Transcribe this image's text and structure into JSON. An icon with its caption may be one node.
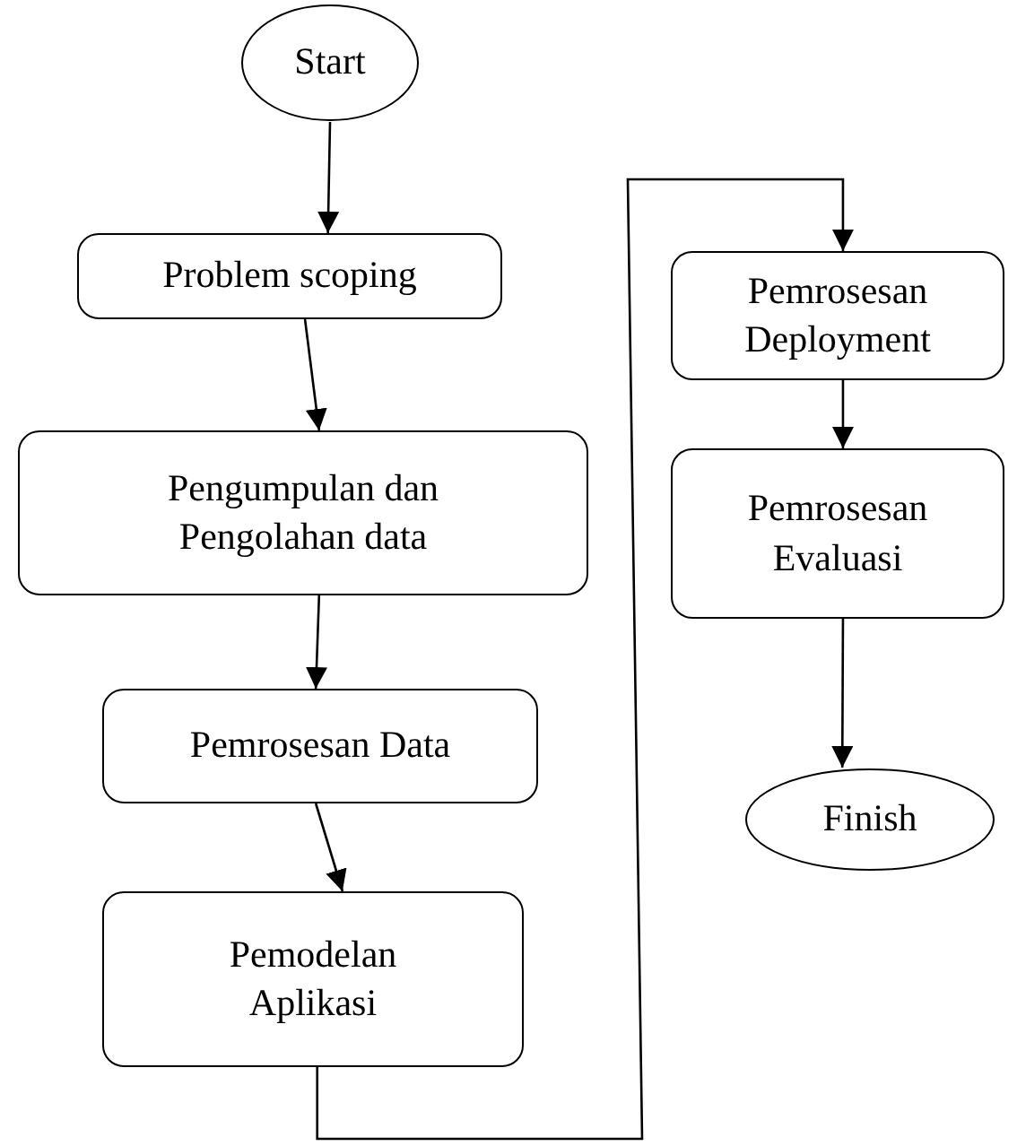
{
  "diagram": {
    "nodes": [
      {
        "text": [
          "Start"
        ]
      },
      {
        "text": [
          "Problem scoping"
        ]
      },
      {
        "text": [
          "Pengumpulan dan Pengolahan data"
        ]
      },
      {
        "text": [
          "Pemrosesan Data"
        ]
      },
      {
        "text": [
          "Pemodelan Aplikasi"
        ]
      },
      {
        "text": [
          "Pemrosesan Deployment"
        ]
      },
      {
        "text": [
          "Pemrosesan Evaluasi"
        ]
      },
      {
        "text": [
          "Finish"
        ]
      }
    ],
    "edges": [
      {
        "from": 0,
        "to": 1,
        "arrow": "to"
      },
      {
        "from": 1,
        "to": 2,
        "arrow": "to"
      },
      {
        "from": 2,
        "to": 3,
        "arrow": "to"
      },
      {
        "from": 3,
        "to": 4,
        "arrow": "to"
      },
      {
        "from": 4,
        "to": 5,
        "arrow": "to"
      },
      {
        "from": 5,
        "to": 6,
        "arrow": "to"
      },
      {
        "from": 6,
        "to": 7,
        "arrow": "to"
      }
    ]
  }
}
